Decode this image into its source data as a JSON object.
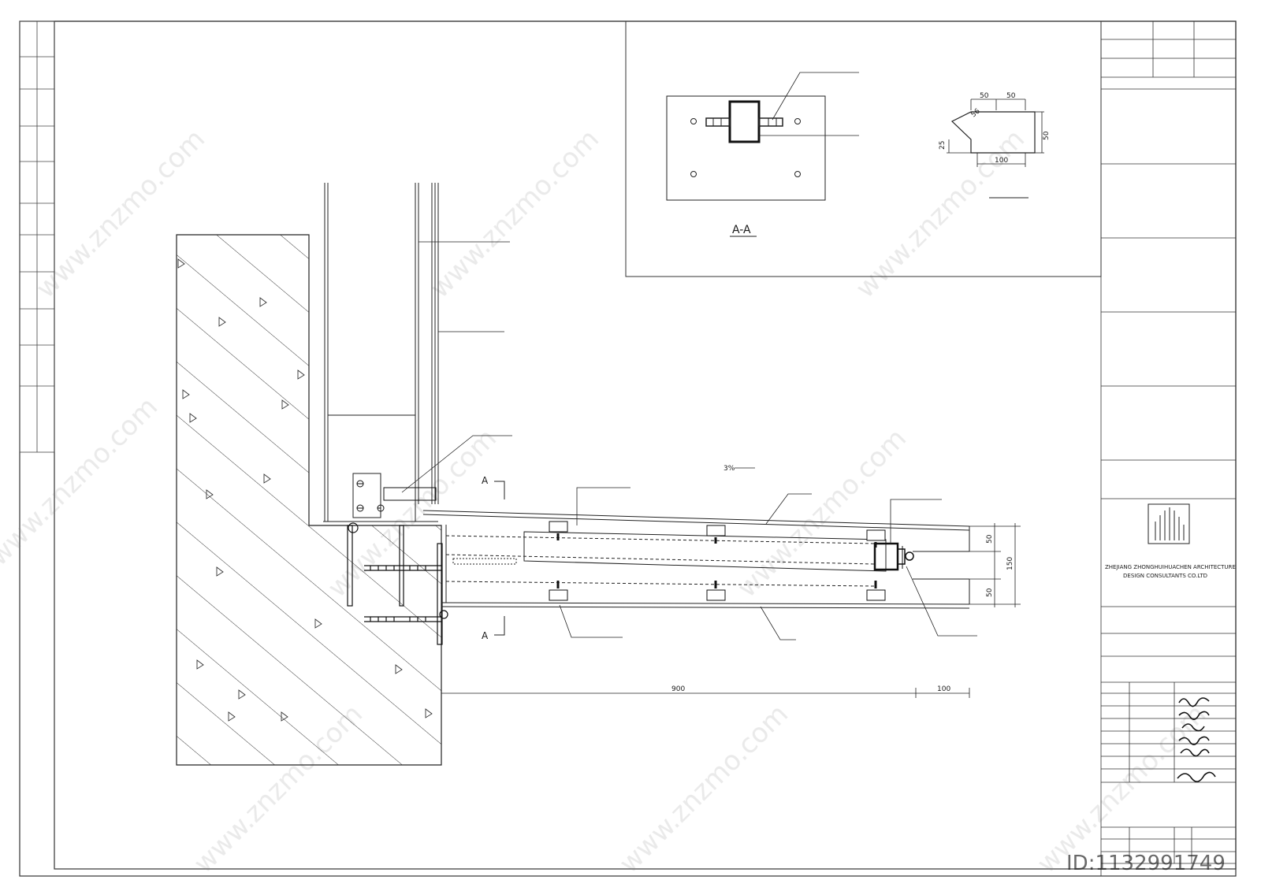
{
  "section_mark": "A",
  "section_title": "A-A",
  "slope_note": "3%",
  "dimensions": {
    "top_50_left": "50",
    "top_50_right": "50",
    "angle_56": "56",
    "height_25": "25",
    "side_50": "50",
    "width_100": "100",
    "vert_50_top": "50",
    "vert_150": "150",
    "vert_50_bottom": "50",
    "horiz_900": "900",
    "horiz_100": "100"
  },
  "annotations": {
    "a_plate": "",
    "a_tube": "",
    "detail_title": "",
    "mullion": "",
    "glass": "",
    "transom": "",
    "angle": "",
    "al_plate": "",
    "tube_small": "",
    "anchor_1": "",
    "anchor_2": "",
    "tube_big_1": "",
    "tube_big_2": "",
    "panel_1": "",
    "panel_2": "",
    "panel_3": "",
    "panel_4": ""
  },
  "title_block": {
    "col_name": "",
    "col_sign": "",
    "rows": [
      {
        "role": "",
        "name": ""
      },
      {
        "role": "",
        "name": ""
      },
      {
        "role": "",
        "name": ""
      }
    ],
    "stamps": [
      "",
      "",
      "",
      ""
    ],
    "statement": "",
    "company_cn": "",
    "company_en_1": "ZHEJIANG ZHONGHUIHUACHEN ARCHITECTURE",
    "company_en_2": "DESIGN CONSULTANTS CO.LTD",
    "sign_rows": [
      "",
      "",
      "",
      "",
      "",
      "",
      "",
      ""
    ],
    "drawing_title": "",
    "footer_note": ""
  },
  "watermark": {
    "text": "www.znzmo.com",
    "brand": "",
    "id_label": "ID:1132991749"
  }
}
